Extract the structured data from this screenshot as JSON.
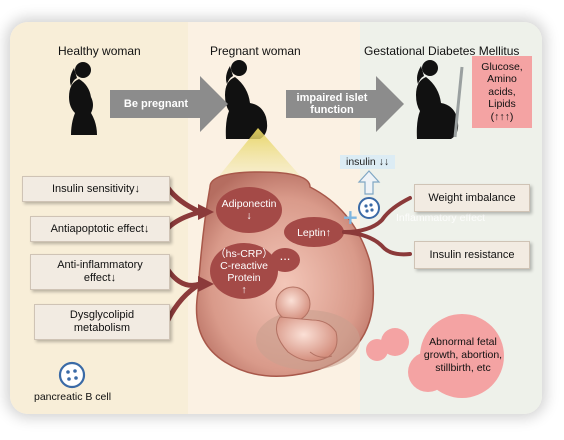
{
  "columns": {
    "healthy": "Healthy woman",
    "pregnant": "Pregnant woman",
    "gdm": "Gestational Diabetes Mellitus"
  },
  "arrows": {
    "be_pregnant": "Be pregnant",
    "impaired_line1": "impaired islet",
    "impaired_line2": "function"
  },
  "gdm_box": {
    "line1": "Glucose,",
    "line2": "Amino",
    "line3": "acids,",
    "line4": "Lipids",
    "line5": "(↑↑↑)"
  },
  "left_boxes": {
    "insulin_sensitivity": "Insulin sensitivity↓",
    "antiapoptotic": "Antiapoptotic effect↓",
    "antiinflammatory_line1": "Anti-inflammatory",
    "antiinflammatory_line2": "effect↓",
    "dysglycolipid_line1": "Dysglycolipid",
    "dysglycolipid_line2": "metabolism"
  },
  "pancreatic_label": "pancreatic B cell",
  "center": {
    "insulin": "insulin ↓↓",
    "adiponectin_line1": "Adiponectin",
    "adiponectin_line2": "↓",
    "leptin": "Leptin↑",
    "hscrp_line1": "（hs-CRP）",
    "hscrp_line2": "C-reactive",
    "hscrp_line3": "Protein",
    "hscrp_line4": "↑",
    "ellipsis": "...",
    "inflammatory": "Inflammatory effect"
  },
  "right_boxes": {
    "weight": "Weight imbalance",
    "insulin_resistance": "Insulin resistance"
  },
  "outcome": {
    "line1": "Abnormal fetal",
    "line2": "growth, abortion,",
    "line3": "stillbirth, etc"
  },
  "colors": {
    "brown_arrow": "#8b3a3a",
    "gray_arrow": "#8c8c8c",
    "pink": "#f4a3a3",
    "blob": "#c98b7f"
  }
}
